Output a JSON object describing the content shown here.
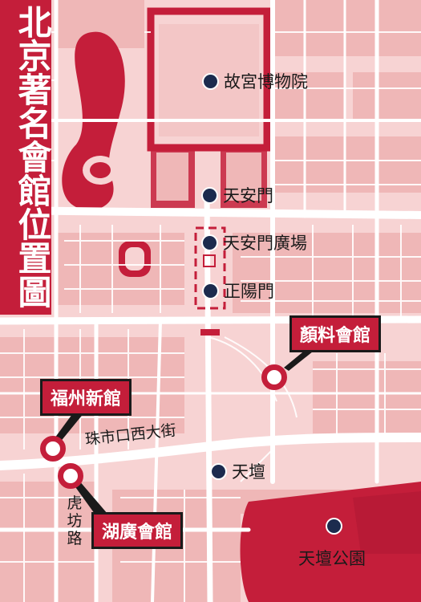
{
  "map": {
    "title": "北京著名會館位置圖",
    "colors": {
      "background": "#f7d3d3",
      "block": "#efb7b7",
      "road": "#ffffff",
      "accent": "#c41e3a",
      "dot": "#1c2b4e"
    },
    "landmarks": [
      {
        "name": "故宮博物院"
      },
      {
        "name": "天安門"
      },
      {
        "name": "天安門廣場"
      },
      {
        "name": "正陽門"
      },
      {
        "name": "天壇"
      },
      {
        "name": "天壇公園"
      }
    ],
    "huiguan": [
      {
        "name": "顏料會館"
      },
      {
        "name": "福州新館"
      },
      {
        "name": "湖廣會館"
      }
    ],
    "streets": {
      "zhushikou": "珠市口西大街",
      "hufang": "虎坊路"
    }
  }
}
